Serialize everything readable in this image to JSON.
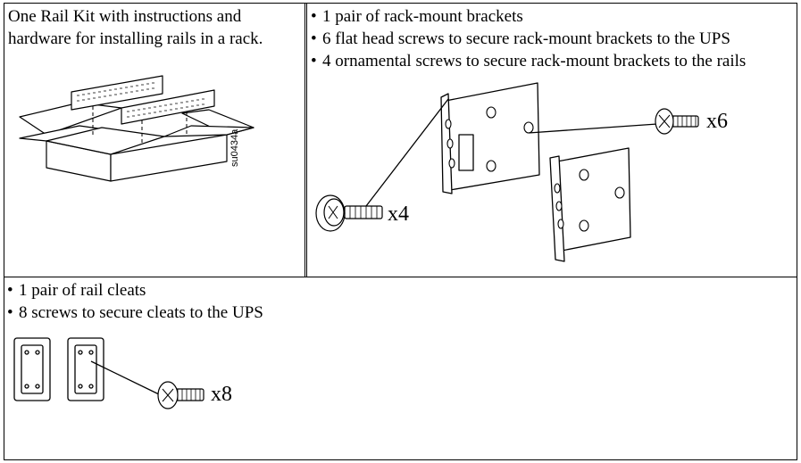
{
  "cells": {
    "rail_kit": {
      "text_line1": "One Rail Kit with instructions and",
      "text_line2": "hardware for installing rails in a rack.",
      "figure_code": "su0434a"
    },
    "brackets": {
      "bullets": [
        "1 pair of rack-mount brackets",
        "6 flat head screws to secure rack-mount brackets to the UPS",
        "4 ornamental screws to secure rack-mount brackets to the rails"
      ],
      "qty_flat_screws": "x6",
      "qty_ornamental_screws": "x4"
    },
    "cleats": {
      "bullets": [
        "1 pair of rail cleats",
        "8 screws to secure cleats to the UPS"
      ],
      "qty_cleat_screws": "x8"
    }
  }
}
